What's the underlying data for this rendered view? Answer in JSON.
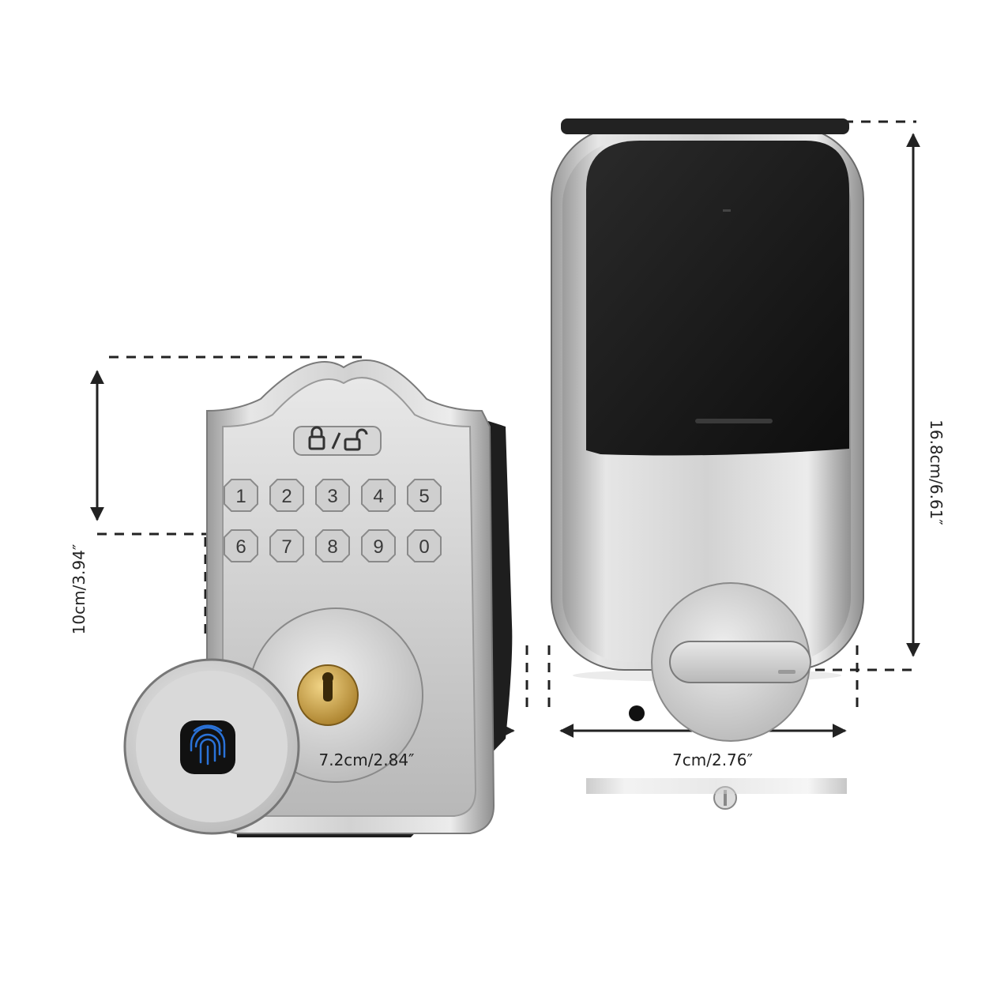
{
  "product": {
    "keypad": {
      "lock_icons": "lock-unlock-icon",
      "keys": [
        "1",
        "2",
        "3",
        "4",
        "5",
        "6",
        "7",
        "8",
        "9",
        "0"
      ]
    },
    "fingerprint_icon": "fingerprint-icon"
  },
  "dimensions": {
    "keypad_height": "10cm/3.94″",
    "keypad_width": "7.2cm/2.84″",
    "interior_height": "16.8cm/6.61″",
    "interior_width": "7cm/2.76″"
  },
  "colors": {
    "finish": "#c9c9c9",
    "cover": "#1a1a1a",
    "brass": "#c8a24a",
    "fingerprint": "#2a72d8",
    "line": "#222222"
  }
}
